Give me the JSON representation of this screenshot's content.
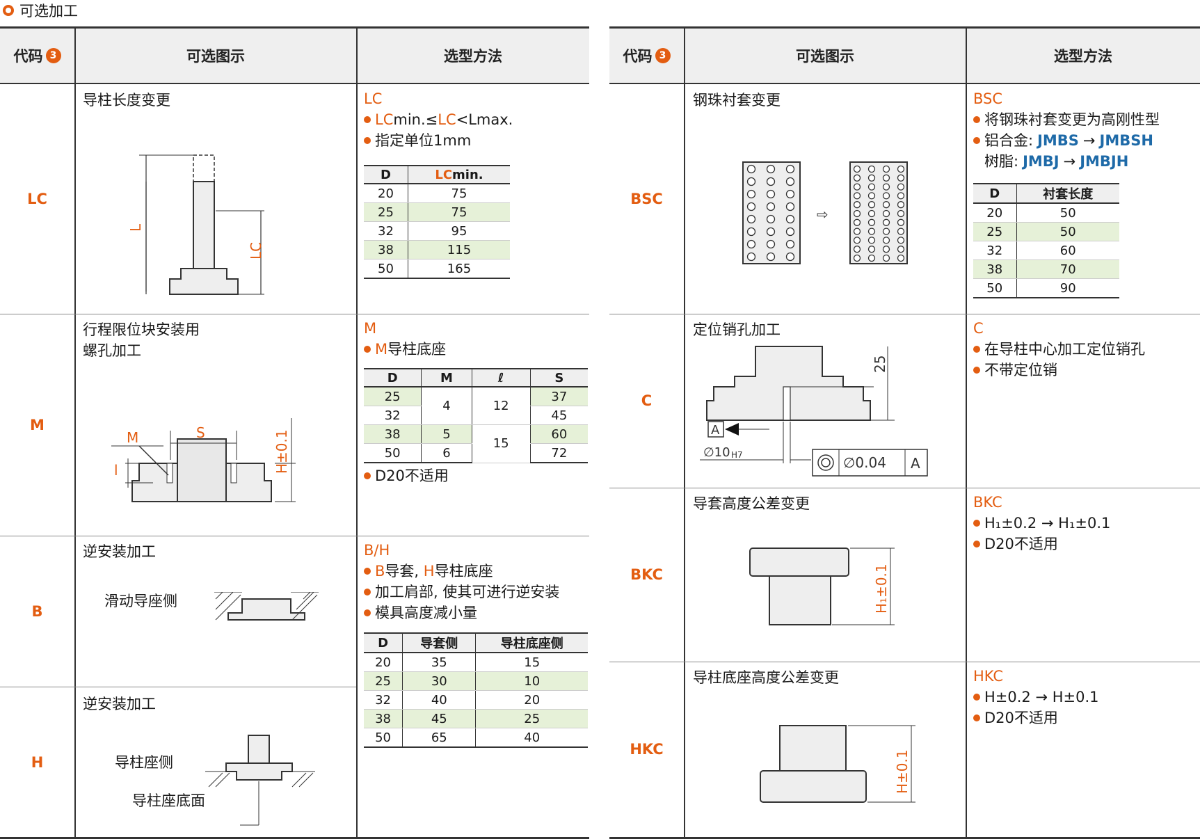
{
  "section_title": "可选加工",
  "header": {
    "code": "代码",
    "badge": "3",
    "diagram": "可选图示",
    "method": "选型方法"
  },
  "left_rows": [
    {
      "code": "LC",
      "title": "导柱长度变更",
      "diagram_labels": {
        "l": "L",
        "lc": "LC"
      },
      "method_code": "LC",
      "bullets": [
        {
          "parts": [
            {
              "t": "LC",
              "o": true
            },
            {
              "t": "min.≤"
            },
            {
              "t": "LC",
              "o": true
            },
            {
              "t": "<Lmax."
            }
          ]
        },
        {
          "parts": [
            {
              "t": "指定单位1mm"
            }
          ]
        }
      ],
      "table": {
        "headers": [
          {
            "t": "D"
          },
          {
            "t": "LC",
            "o": true,
            "suffix": "min."
          }
        ],
        "rows": [
          [
            "20",
            "75"
          ],
          [
            "25",
            "75"
          ],
          [
            "32",
            "95"
          ],
          [
            "38",
            "115"
          ],
          [
            "50",
            "165"
          ]
        ]
      }
    },
    {
      "code": "M",
      "title": "行程限位块安装用\n螺孔加工",
      "diagram_labels": {
        "m": "M",
        "s": "S",
        "l": "l",
        "h": "H±0.1"
      },
      "method_code": "M",
      "bullets": [
        {
          "parts": [
            {
              "t": "M",
              "o": true
            },
            {
              "t": "导柱底座"
            }
          ]
        }
      ],
      "table": {
        "headers": [
          {
            "t": "D"
          },
          {
            "t": "M"
          },
          {
            "t": "ℓ"
          },
          {
            "t": "S"
          }
        ],
        "rows": [
          [
            "25",
            "4",
            "12",
            "37"
          ],
          [
            "32",
            "",
            "",
            "45"
          ],
          [
            "38",
            "5",
            "15",
            "60"
          ],
          [
            "50",
            "6",
            "",
            "72"
          ]
        ]
      },
      "note": "D20不适用"
    },
    {
      "code": "B",
      "title": "逆安装加工",
      "diagram_labels": {
        "side": "滑动导座侧"
      }
    },
    {
      "code": "H",
      "title": "逆安装加工",
      "diagram_labels": {
        "side": "导柱座侧",
        "bottom": "导柱座底面"
      }
    }
  ],
  "bh_method": {
    "method_code": "B/H",
    "bullets": [
      {
        "parts": [
          {
            "t": "B",
            "o": true
          },
          {
            "t": "导套, "
          },
          {
            "t": "H",
            "o": true
          },
          {
            "t": "导柱底座"
          }
        ]
      },
      {
        "parts": [
          {
            "t": "加工肩部, 使其可进行逆安装"
          }
        ]
      },
      {
        "parts": [
          {
            "t": "模具高度减小量"
          }
        ]
      }
    ],
    "table": {
      "headers": [
        {
          "t": "D"
        },
        {
          "t": "导套侧"
        },
        {
          "t": "导柱底座侧"
        }
      ],
      "rows": [
        [
          "20",
          "35",
          "15"
        ],
        [
          "25",
          "30",
          "10"
        ],
        [
          "32",
          "40",
          "20"
        ],
        [
          "38",
          "45",
          "25"
        ],
        [
          "50",
          "65",
          "40"
        ]
      ]
    }
  },
  "right_rows": [
    {
      "code": "BSC",
      "title": "钢珠衬套变更",
      "method_code": "BSC",
      "bullets_raw": [
        "将钢珠衬套变更为高刚性型",
        "铝合金: ",
        "树脂: "
      ],
      "alloy": {
        "from": "JMBS",
        "to": "JMBSH"
      },
      "resin": {
        "from": "JMBJ",
        "to": "JMBJH"
      },
      "table": {
        "headers": [
          {
            "t": "D"
          },
          {
            "t": "衬套长度"
          }
        ],
        "rows": [
          [
            "20",
            "50"
          ],
          [
            "25",
            "50"
          ],
          [
            "32",
            "60"
          ],
          [
            "38",
            "70"
          ],
          [
            "50",
            "90"
          ]
        ]
      }
    },
    {
      "code": "C",
      "title": "定位销孔加工",
      "diagram_labels": {
        "dim": "25",
        "datum": "A",
        "dia": "∅10",
        "dia_sub": "H7",
        "tol": "∅0.04",
        "ref": "A"
      },
      "method_code": "C",
      "bullets_raw": [
        "在导柱中心加工定位销孔",
        "不带定位销"
      ]
    },
    {
      "code": "BKC",
      "title": "导套高度公差变更",
      "diagram_labels": {
        "h": "H₁±0.1"
      },
      "method_code": "BKC",
      "bullets_raw": [
        "H₁±0.2 → H₁±0.1",
        "D20不适用"
      ]
    },
    {
      "code": "HKC",
      "title": "导柱底座高度公差变更",
      "diagram_labels": {
        "h": "H±0.1"
      },
      "method_code": "HKC",
      "bullets_raw": [
        "H±0.2 → H±0.1",
        "D20不适用"
      ]
    }
  ],
  "colors": {
    "accent": "#e35d11",
    "blue": "#1e6aa8",
    "green_row": "#e6f1d8",
    "header_bg": "#efefef"
  }
}
